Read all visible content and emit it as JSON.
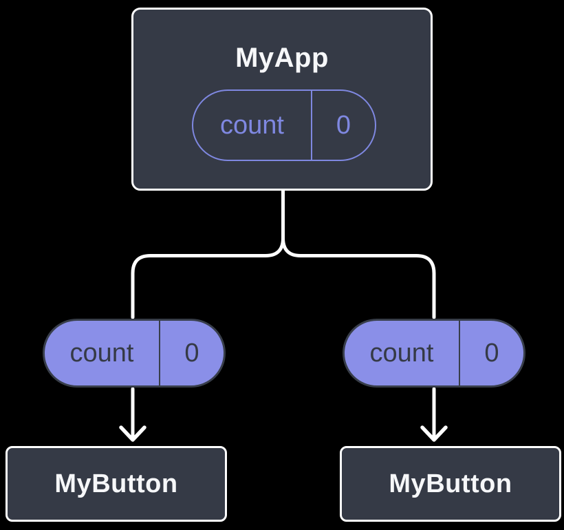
{
  "diagram": {
    "root": {
      "title": "MyApp",
      "state": {
        "label": "count",
        "value": "0"
      }
    },
    "children": [
      {
        "pill": {
          "label": "count",
          "value": "0"
        },
        "title": "MyButton"
      },
      {
        "pill": {
          "label": "count",
          "value": "0"
        },
        "title": "MyButton"
      }
    ]
  },
  "colors": {
    "background": "#000000",
    "card_background": "#353a46",
    "card_border": "#ffffff",
    "title_text": "#f6f7f9",
    "state_outline": "#7f88e1",
    "prop_fill": "#8a8fe8",
    "prop_border": "#383e4a",
    "prop_text": "#353a46",
    "connector": "#ffffff"
  }
}
